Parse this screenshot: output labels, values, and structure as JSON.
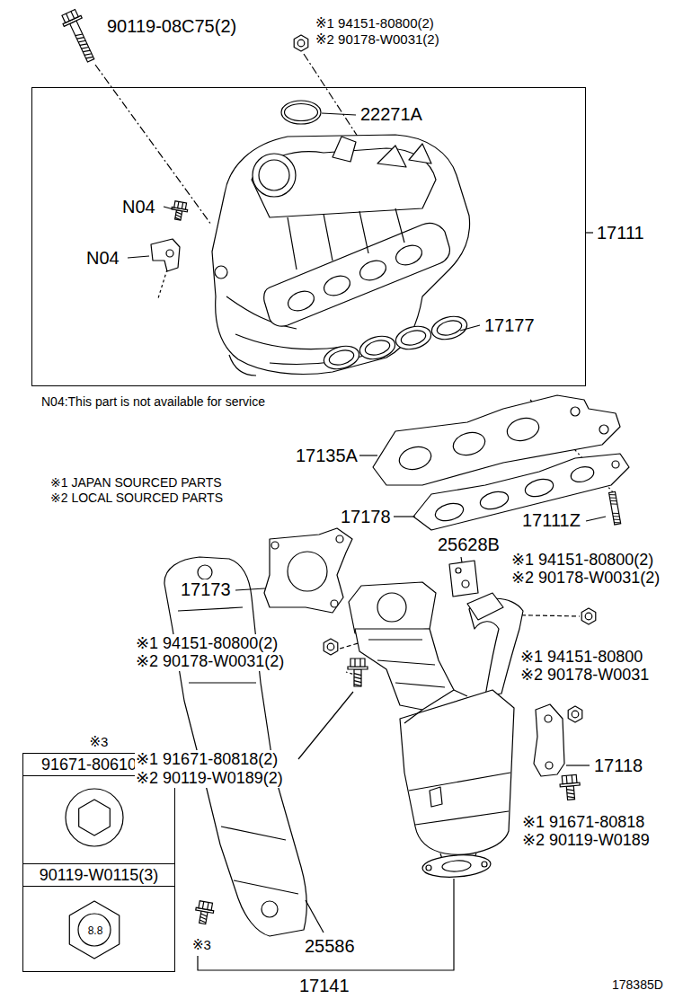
{
  "diagram": {
    "nodes": [
      {
        "text": [
          "22271A",
          "N04",
          "N04",
          "17177"
        ]
      },
      {
        "text": [
          "※3"
        ]
      },
      {
        "text": [
          "91671-80610(3)"
        ],
        "in": 1
      },
      {
        "text": [
          "90119-W0115(3)",
          "8.8"
        ],
        "in": 1
      }
    ],
    "labels": [
      "90119-08C75(2)",
      "※1 94151-80800(2)",
      "※2 90178-W0031(2)",
      "17111",
      "N04:This part is not available for service",
      "17135A",
      "※1 JAPAN SOURCED PARTS",
      "※2 LOCAL SOURCED PARTS",
      "17178",
      "17111Z",
      "25628B",
      "※1 94151-80800(2)",
      "※2 90178-W0031(2)",
      "17173",
      "※1 94151-80800(2)",
      "※2 90178-W0031(2)",
      "※1 94151-80800",
      "※2 90178-W0031",
      "※1 91671-80818(2)",
      "※2 90119-W0189(2)",
      "17118",
      "※1 91671-80818",
      "※2 90119-W0189",
      "※3",
      "25586",
      "17141",
      "178385D"
    ]
  }
}
